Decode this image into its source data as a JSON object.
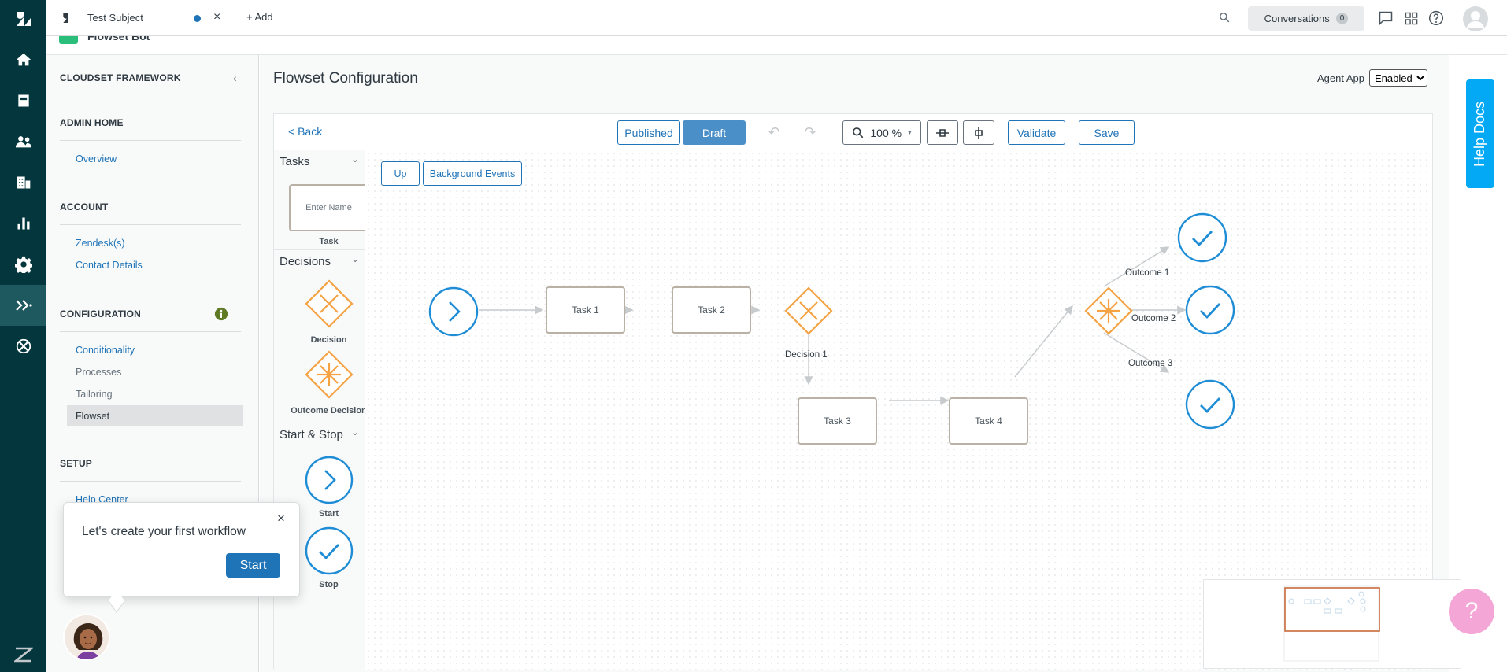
{
  "topbar": {
    "tab_title": "Test Subject",
    "add_label": "+ Add",
    "conversations_label": "Conversations",
    "conversations_count": "0"
  },
  "header": {
    "subtitle": "Flowset Bot"
  },
  "sidenav": {
    "framework": "CLOUDSET FRAMEWORK",
    "admin_home": "ADMIN HOME",
    "overview": "Overview",
    "account": "ACCOUNT",
    "zendesks": "Zendesk(s)",
    "contact_details": "Contact Details",
    "configuration": "CONFIGURATION",
    "conditionality": "Conditionality",
    "processes": "Processes",
    "tailoring": "Tailoring",
    "flowset": "Flowset",
    "setup": "SETUP",
    "help_center": "Help Center"
  },
  "main": {
    "title": "Flowset Configuration",
    "agent_app_label": "Agent App",
    "agent_app_value": "Enabled"
  },
  "toolbar": {
    "back": "<  Back",
    "published": "Published",
    "draft": "Draft",
    "zoom": "100 %",
    "validate": "Validate",
    "save": "Save"
  },
  "palette": {
    "tasks": "Tasks",
    "task_placeholder": "Enter Name",
    "task_label": "Task",
    "decisions": "Decisions",
    "decision_label": "Decision",
    "outcome_decision_label": "Outcome Decision",
    "start_stop": "Start & Stop",
    "start_label": "Start",
    "stop_label": "Stop"
  },
  "canvas": {
    "up": "Up",
    "background_events": "Background Events",
    "task1": "Task 1",
    "task2": "Task 2",
    "task3": "Task 3",
    "task4": "Task 4",
    "decision1": "Decision 1",
    "outcome1": "Outcome 1",
    "outcome2": "Outcome 2",
    "outcome3": "Outcome 3"
  },
  "help_docs": "Help Docs",
  "help_bubble": "?",
  "popover": {
    "text": "Let's create your first workflow",
    "close": "×",
    "start": "Start"
  },
  "colors": {
    "rail": "#03363d",
    "accent": "#1f73b7",
    "decision": "#f5a243",
    "node_circle": "#1f8dd6",
    "help_docs": "#03a9f4"
  }
}
